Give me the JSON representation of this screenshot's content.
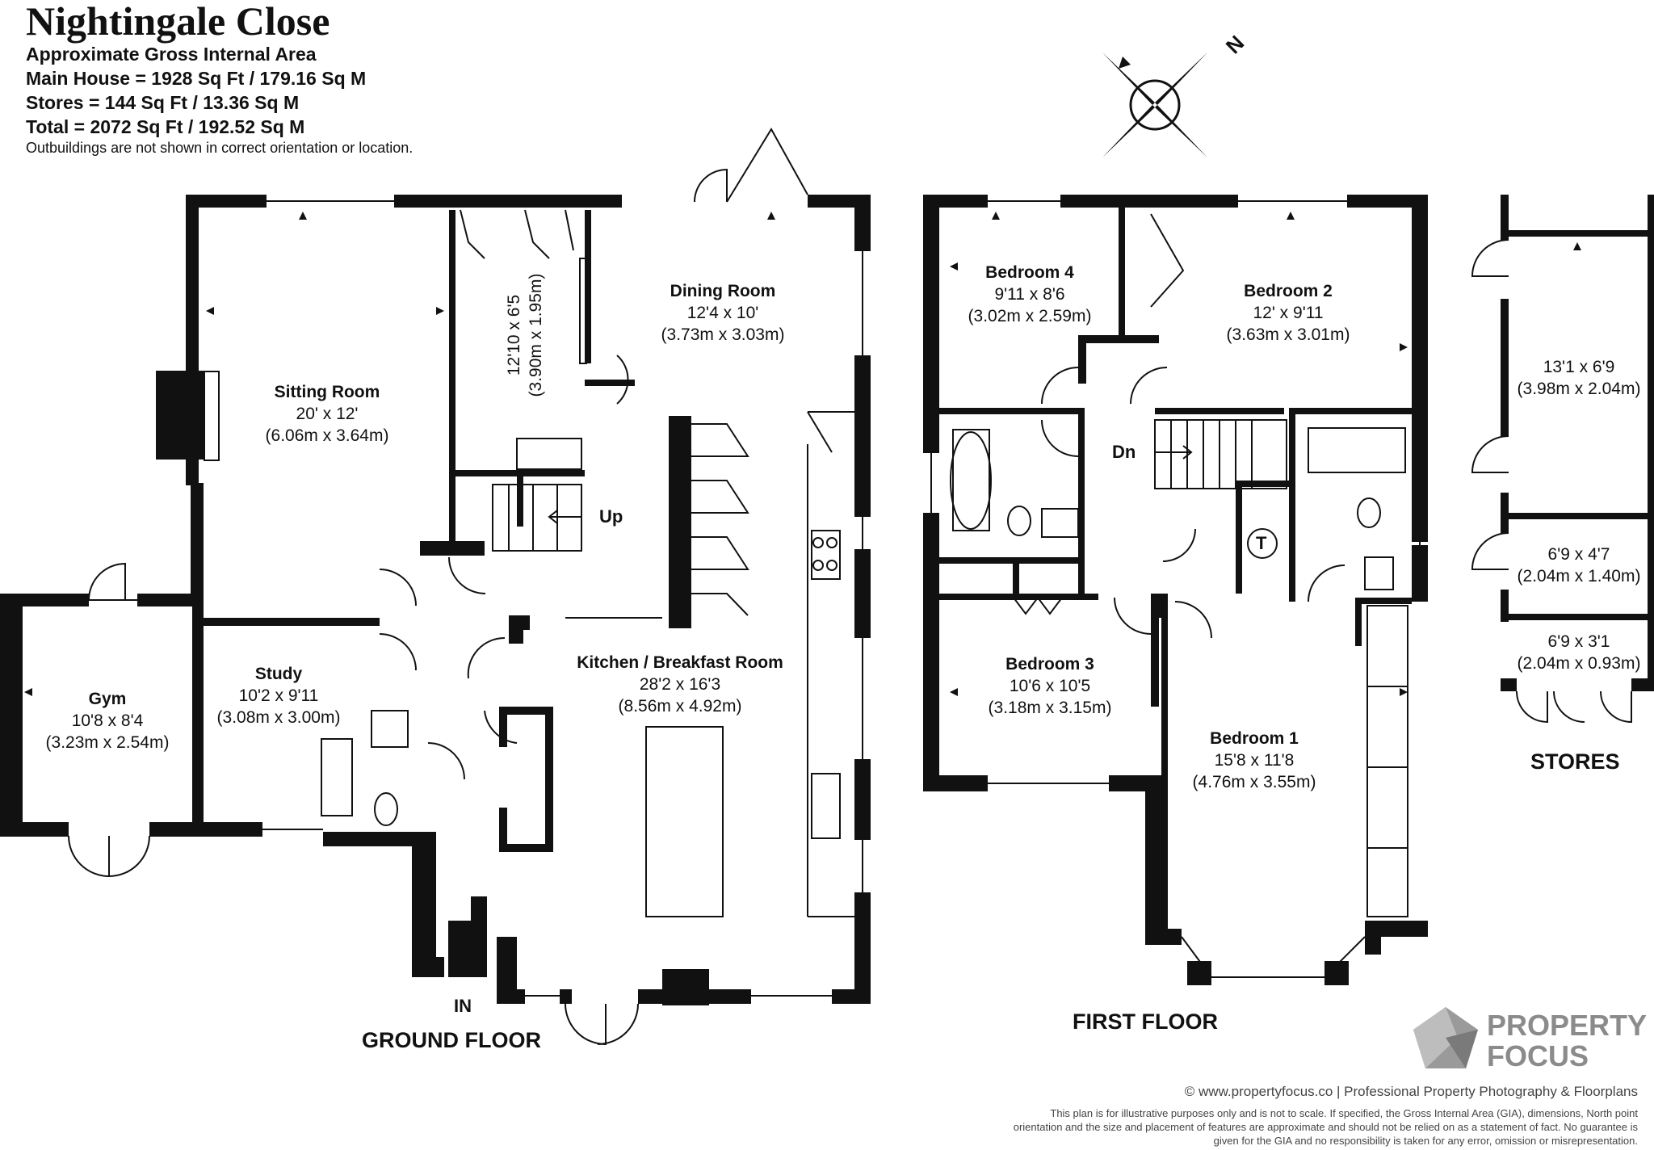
{
  "header": {
    "title": "Nightingale Close",
    "lines": [
      "Approximate Gross Internal Area",
      "Main House = 1928 Sq Ft / 179.16 Sq M",
      "Stores = 144 Sq Ft / 13.36 Sq M",
      "Total = 2072 Sq Ft / 192.52 Sq M"
    ],
    "note": "Outbuildings are not shown in correct orientation or location."
  },
  "compass": {
    "north_label": "N"
  },
  "rooms": {
    "sitting": {
      "name": "Sitting Room",
      "imperial": "20' x 12'",
      "metric": "(6.06m x 3.64m)"
    },
    "utility": {
      "imperial": "12'10 x 6'5",
      "metric": "(3.90m x 1.95m)"
    },
    "dining": {
      "name": "Dining Room",
      "imperial": "12'4 x 10'",
      "metric": "(3.73m x 3.03m)"
    },
    "kitchen": {
      "name": "Kitchen / Breakfast Room",
      "imperial": "28'2 x 16'3",
      "metric": "(8.56m x 4.92m)"
    },
    "study": {
      "name": "Study",
      "imperial": "10'2 x 9'11",
      "metric": "(3.08m x 3.00m)"
    },
    "gym": {
      "name": "Gym",
      "imperial": "10'8 x 8'4",
      "metric": "(3.23m x 2.54m)"
    },
    "bedroom4": {
      "name": "Bedroom 4",
      "imperial": "9'11 x 8'6",
      "metric": "(3.02m x 2.59m)"
    },
    "bedroom2": {
      "name": "Bedroom 2",
      "imperial": "12' x 9'11",
      "metric": "(3.63m x 3.01m)"
    },
    "bedroom3": {
      "name": "Bedroom 3",
      "imperial": "10'6 x 10'5",
      "metric": "(3.18m x 3.15m)"
    },
    "bedroom1": {
      "name": "Bedroom 1",
      "imperial": "15'8 x 11'8",
      "metric": "(4.76m x 3.55m)"
    },
    "store1": {
      "imperial": "13'1 x 6'9",
      "metric": "(3.98m x 2.04m)"
    },
    "store2": {
      "imperial": "6'9 x 4'7",
      "metric": "(2.04m x 1.40m)"
    },
    "store3": {
      "imperial": "6'9 x 3'1",
      "metric": "(2.04m x 0.93m)"
    }
  },
  "markers": {
    "up": "Up",
    "down": "Dn",
    "tank": "T",
    "entrance": "IN"
  },
  "floors": {
    "ground": "GROUND FLOOR",
    "first": "FIRST FLOOR",
    "stores": "STORES"
  },
  "brand": {
    "line1": "PROPERTY",
    "line2": "FOCUS"
  },
  "footer": {
    "line1": "© www.propertyfocus.co | Professional Property Photography & Floorplans",
    "disclaimer": "This plan is for illustrative purposes only and is not to scale. If specified, the Gross Internal Area (GIA), dimensions, North point orientation and the size and placement of features are approximate and should not be relied on as a statement of fact. No guarantee is given for the GIA and no responsibility is taken for any error, omission or misrepresentation."
  }
}
